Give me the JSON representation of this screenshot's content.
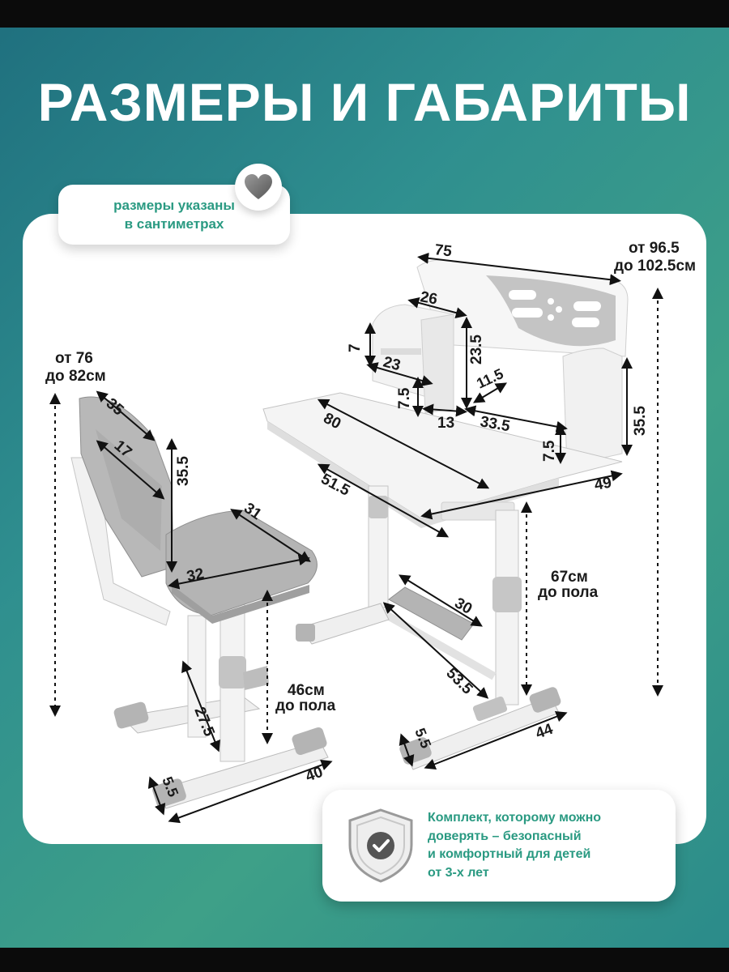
{
  "title": "РАЗМЕРЫ И ГАБАРИТЫ",
  "note": {
    "line1": "размеры указаны",
    "line2": "в сантиметрах"
  },
  "colors": {
    "accent_green": "#2a9a82",
    "background_teal": "#2f8f8f",
    "product_gray": "#b8b8b8"
  },
  "icons": {
    "note_badge": "heart-icon",
    "trust_badge": "shield-check-icon"
  },
  "chair": {
    "height_range_line1": "от  76",
    "height_range_line2": "до 82см",
    "backrest_width": "35",
    "backrest_inner_width": "17",
    "backrest_height": "35.5",
    "seat_depth": "31",
    "seat_width": "32",
    "seat_height_value": "46см",
    "seat_height_note": "до пола",
    "leg_depth": "27.5",
    "base_width": "40",
    "foot_height": "5.5"
  },
  "desk": {
    "height_range_line1": "от 96.5",
    "height_range_line2": "до 102.5см",
    "top_width": "75",
    "shelf_width": "26",
    "shelf_height": "23.5",
    "shelf_drawer_height": "7",
    "shelf_depth": "23",
    "shelf_inner_height": "7.5",
    "shelf_gap": "13",
    "panel_depth": "11.5",
    "panel_length": "33.5",
    "panel_inner_height": "7.5",
    "panel_height": "35.5",
    "tabletop_length": "80",
    "tabletop_side": "51.5",
    "tabletop_depth": "49",
    "tabletop_height_value": "67см",
    "tabletop_height_note": "до пола",
    "footrest_width": "30",
    "footrest_length": "53.5",
    "base_width": "44",
    "foot_height": "5.5"
  },
  "trust": {
    "line1": "Комплект, которому можно",
    "line2": "доверять – безопасный",
    "line3": "и комфортный для детей",
    "line4": "от 3-х лет"
  }
}
